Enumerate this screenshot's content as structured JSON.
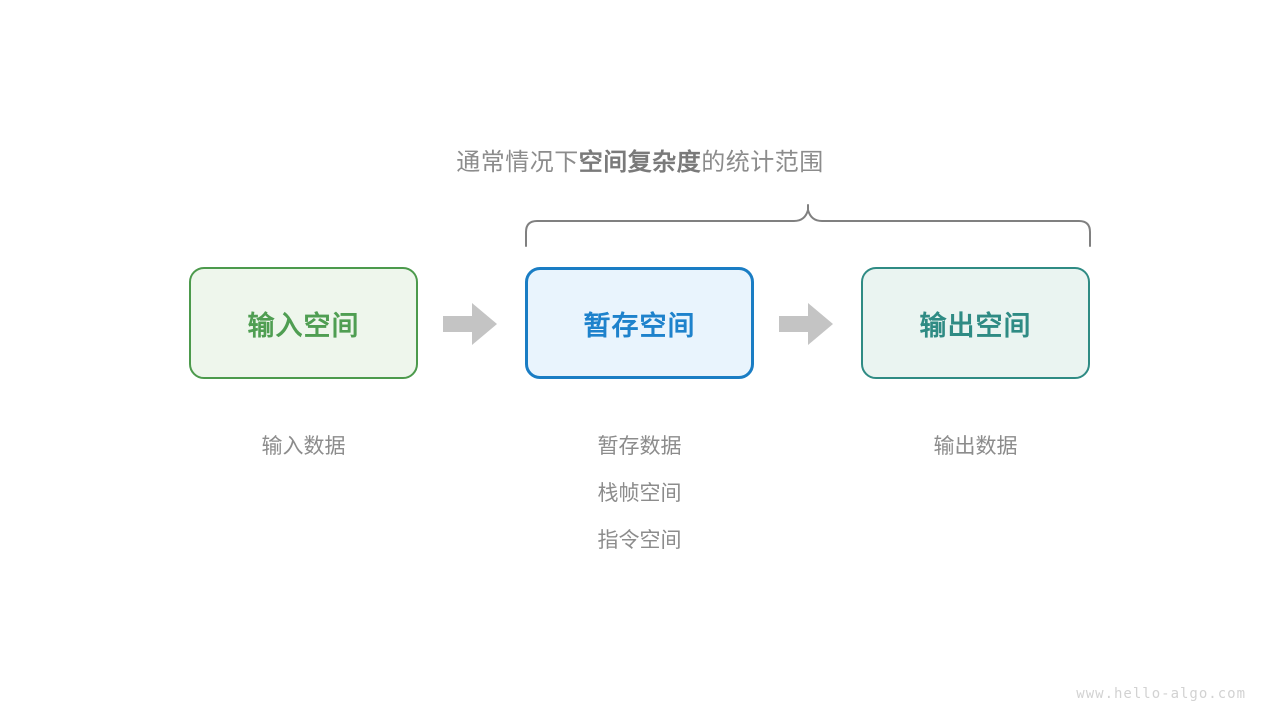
{
  "diagram": {
    "title_parts": [
      {
        "text": "通常情况下",
        "bold": false
      },
      {
        "text": "空间复杂度",
        "bold": true
      },
      {
        "text": "的统计范围",
        "bold": false
      }
    ],
    "title_full": "通常情况下空间复杂度的统计范围",
    "brace": {
      "name": "scope-brace",
      "spans_boxes": [
        "暂存空间",
        "输出空间"
      ],
      "color": "#808080"
    },
    "boxes": [
      {
        "label": "输入空间",
        "border_color": "#4c9a4c",
        "fill_color": "#eef6ec",
        "text_color": "#4f9e52"
      },
      {
        "label": "暂存空间",
        "border_color": "#1a7dc4",
        "fill_color": "#e9f4fd",
        "text_color": "#1e82cc"
      },
      {
        "label": "输出空间",
        "border_color": "#2f8b84",
        "fill_color": "#eaf4f1",
        "text_color": "#2f8b84"
      }
    ],
    "arrows": [
      {
        "name": "arrow-input-to-buffer",
        "color": "#c4c4c4"
      },
      {
        "name": "arrow-buffer-to-output",
        "color": "#c4c4c4"
      }
    ],
    "captions": [
      {
        "lines": [
          "输入数据"
        ]
      },
      {
        "lines": [
          "暂存数据",
          "栈帧空间",
          "指令空间"
        ]
      },
      {
        "lines": [
          "输出数据"
        ]
      }
    ],
    "watermark": "www.hello-algo.com"
  }
}
